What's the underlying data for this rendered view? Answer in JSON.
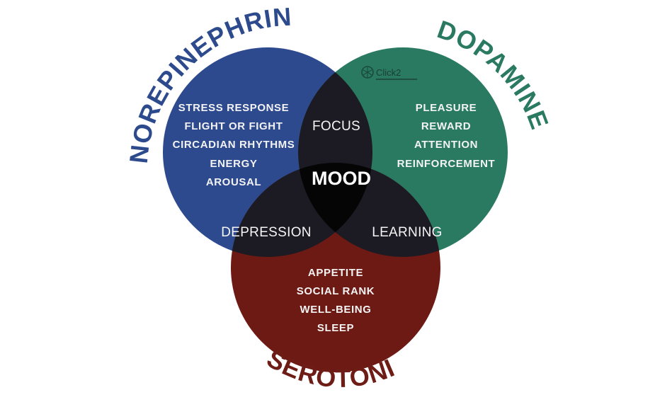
{
  "colors": {
    "norepinephrine": "#2e4a8f",
    "dopamine": "#2a7a62",
    "serotonin": "#6e1a14",
    "overlap_dark": "#1c1a22",
    "center": "#050505",
    "title_blue": "#2d4a8d",
    "title_green": "#2a7a62",
    "title_red": "#6e1c16"
  },
  "titles": {
    "norepinephrine": "NOREPINEPHRINE",
    "dopamine": "DOPAMINE",
    "serotonin": "SEROTONIN"
  },
  "norepinephrine_items": [
    "STRESS RESPONSE",
    "FLIGHT OR FIGHT",
    "CIRCADIAN RHYTHMS",
    "ENERGY",
    "AROUSAL"
  ],
  "dopamine_items": [
    "PLEASURE",
    "REWARD",
    "ATTENTION",
    "REINFORCEMENT"
  ],
  "serotonin_items": [
    "APPETITE",
    "SOCIAL RANK",
    "WELL-BEING",
    "SLEEP"
  ],
  "overlaps": {
    "norepinephrine_dopamine": "FOCUS",
    "norepinephrine_serotonin": "DEPRESSION",
    "dopamine_serotonin": "LEARNING",
    "all": "MOOD"
  },
  "logo": {
    "text": "Click2",
    "icon": "click2-logo-icon"
  }
}
